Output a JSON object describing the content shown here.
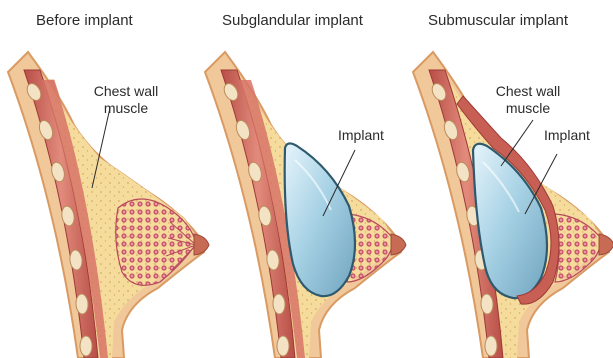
{
  "panels": [
    {
      "title": "Before implant",
      "callouts": {
        "muscle": "Chest wall\nmuscle"
      }
    },
    {
      "title": "Subglandular implant",
      "callouts": {
        "implant": "Implant"
      }
    },
    {
      "title": "Submuscular implant",
      "callouts": {
        "muscle": "Chest wall\nmuscle",
        "implant": "Implant"
      }
    }
  ],
  "colors": {
    "skin": "#f0c89a",
    "skin_edge": "#d99a63",
    "fat": "#f6dc9c",
    "fat_dots": "#c9a25a",
    "muscle": "#c85f55",
    "muscle_light": "#e59585",
    "rib": "#f1e0c0",
    "gland": "#d36d7a",
    "implant": "#a9d3e6",
    "implant_edge": "#3f6b80"
  }
}
